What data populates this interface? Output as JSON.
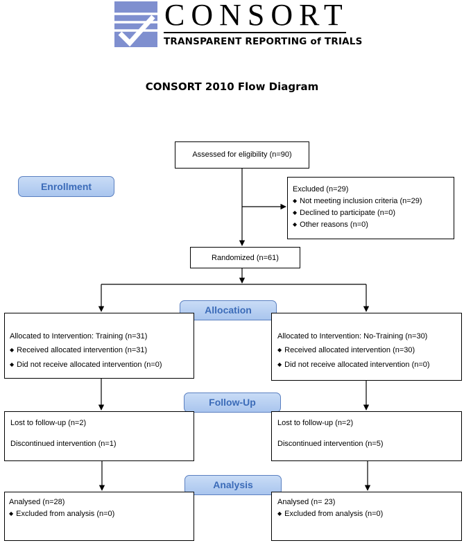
{
  "logo": {
    "word": "CONSORT",
    "tagline": "TRANSPARENT REPORTING of TRIALS"
  },
  "title": "CONSORT 2010 Flow Diagram",
  "stages": {
    "enrollment": "Enrollment",
    "allocation": "Allocation",
    "follow_up": "Follow-Up",
    "analysis": "Analysis"
  },
  "assessed": "Assessed for eligibility (n=90)",
  "excluded": {
    "heading": "Excluded  (n=29)",
    "items": [
      "Not meeting inclusion criteria (n=29)",
      "Declined to participate (n=0)",
      "Other reasons (n=0)"
    ]
  },
  "randomized": "Randomized (n=61)",
  "arms": {
    "left": {
      "allocated": "Allocated to Intervention: Training (n=31)",
      "received": "Received allocated intervention (n=31)",
      "not_received": "Did not receive allocated intervention (n=0)",
      "lost": "Lost to follow-up  (n=2)",
      "discontinued": "Discontinued intervention (n=1)",
      "analysed": "Analysed  (n=28)",
      "excluded_analysis": "Excluded from analysis (n=0)"
    },
    "right": {
      "allocated": "Allocated to Intervention: No-Training (n=30)",
      "received": "Received allocated intervention (n=30)",
      "not_received": "Did not receive allocated intervention (n=0)",
      "lost": "Lost to follow-up  (n=2)",
      "discontinued": "Discontinued intervention (n=5)",
      "analysed": "Analysed  (n= 23)",
      "excluded_analysis": "Excluded from analysis (n=0)"
    }
  },
  "bullet": "◆"
}
